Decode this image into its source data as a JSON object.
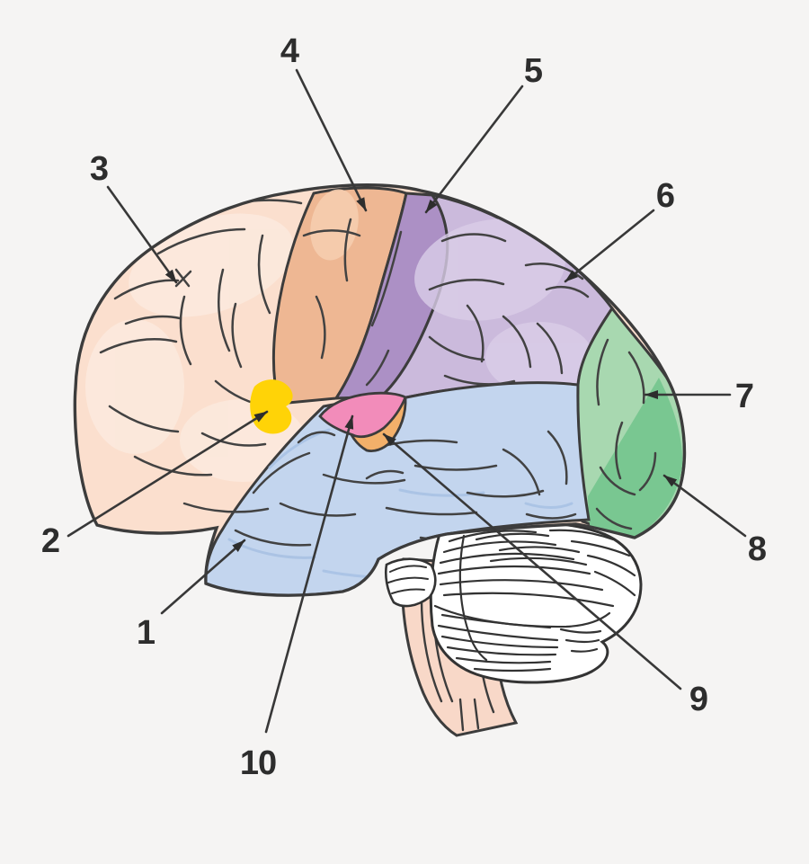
{
  "figure": {
    "kind": "brain-lateral-view-numbered-diagram",
    "description": "Side view of a human brain with ten numbered arrows pointing to colored regions"
  },
  "colors": {
    "background": "#f5f4f3",
    "outline": "#3c3c3c",
    "label_text": "#2d2d2d",
    "arrow": "#383838",
    "sulci": "#424242",
    "frontal_lobe": "#fbdfce",
    "frontal_lobe_light": "#fcebe0",
    "precentral_strip": "#eeb793",
    "precentral_strip_light": "#f5cdaf",
    "postcentral_strip": "#ac90c5",
    "parietal_lobe": "#cbbadc",
    "parietal_lobe_light": "#dacee8",
    "occipital_lobe": "#a8d8b0",
    "occipital_lobe_shade": "#79c791",
    "temporal_lobe": "#c3d5ee",
    "temporal_lobe_light": "#a9c2e4",
    "highlight_spot": "#ffd307",
    "wedge_pink": "#f28cba",
    "wedge_orange": "#f3b06a",
    "cerebellum": "#ffffff",
    "cerebellum_lines": "#333333",
    "brainstem": "#f8d8c8"
  },
  "labels": [
    {
      "number": "1",
      "points_to": "temporal-lobe-blue"
    },
    {
      "number": "2",
      "points_to": "yellow-spot"
    },
    {
      "number": "3",
      "points_to": "frontal-lobe-peach"
    },
    {
      "number": "4",
      "points_to": "tan-strip"
    },
    {
      "number": "5",
      "points_to": "dark-purple-strip"
    },
    {
      "number": "6",
      "points_to": "parietal-lobe-purple"
    },
    {
      "number": "7",
      "points_to": "occipital-lobe-green"
    },
    {
      "number": "8",
      "points_to": "occipital-lobe-green-shaded"
    },
    {
      "number": "9",
      "points_to": "orange-wedge"
    },
    {
      "number": "10",
      "points_to": "pink-wedge"
    }
  ]
}
